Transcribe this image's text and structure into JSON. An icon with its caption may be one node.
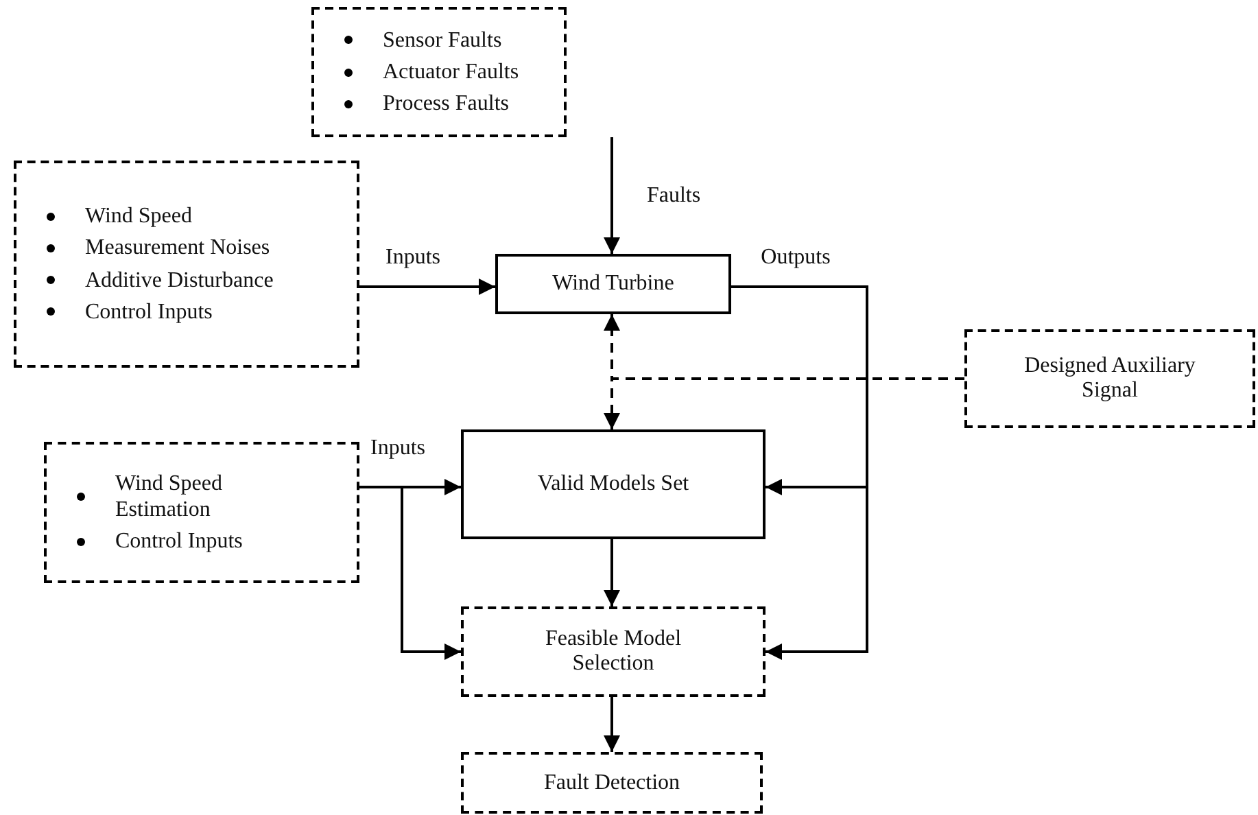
{
  "diagram": {
    "nodes": [
      {
        "text": [
          "Sensor Faults",
          "Actuator Faults",
          "Process Faults"
        ]
      },
      {
        "text": [
          "Wind Speed",
          "Measurement Noises",
          "Additive Disturbance",
          "Control Inputs"
        ]
      },
      {
        "text": [
          "Wind Turbine"
        ]
      },
      {
        "text": [
          "Designed Auxiliary Signal"
        ]
      },
      {
        "text": [
          "Wind Speed Estimation",
          "Control Inputs"
        ]
      },
      {
        "text": [
          "Valid Models Set"
        ]
      },
      {
        "text": [
          "Feasible Model Selection"
        ]
      },
      {
        "text": [
          "Fault Detection"
        ]
      }
    ],
    "edges": [
      {
        "from": 0,
        "to": 2,
        "arrow": "to",
        "label": "Faults"
      },
      {
        "from": 1,
        "to": 2,
        "arrow": "to",
        "label": "Inputs"
      },
      {
        "from": 2,
        "to": 5,
        "arrow": "to",
        "label": "Outputs"
      },
      {
        "from": 2,
        "to": 6,
        "arrow": "to"
      },
      {
        "from": 3,
        "to": 2,
        "arrow": "to",
        "style": "dashed"
      },
      {
        "from": 3,
        "to": 5,
        "arrow": "to",
        "style": "dashed"
      },
      {
        "from": 4,
        "to": 5,
        "arrow": "to",
        "label": "Inputs"
      },
      {
        "from": 4,
        "to": 6,
        "arrow": "to"
      },
      {
        "from": 5,
        "to": 6,
        "arrow": "to"
      },
      {
        "from": 6,
        "to": 7,
        "arrow": "to"
      }
    ]
  }
}
